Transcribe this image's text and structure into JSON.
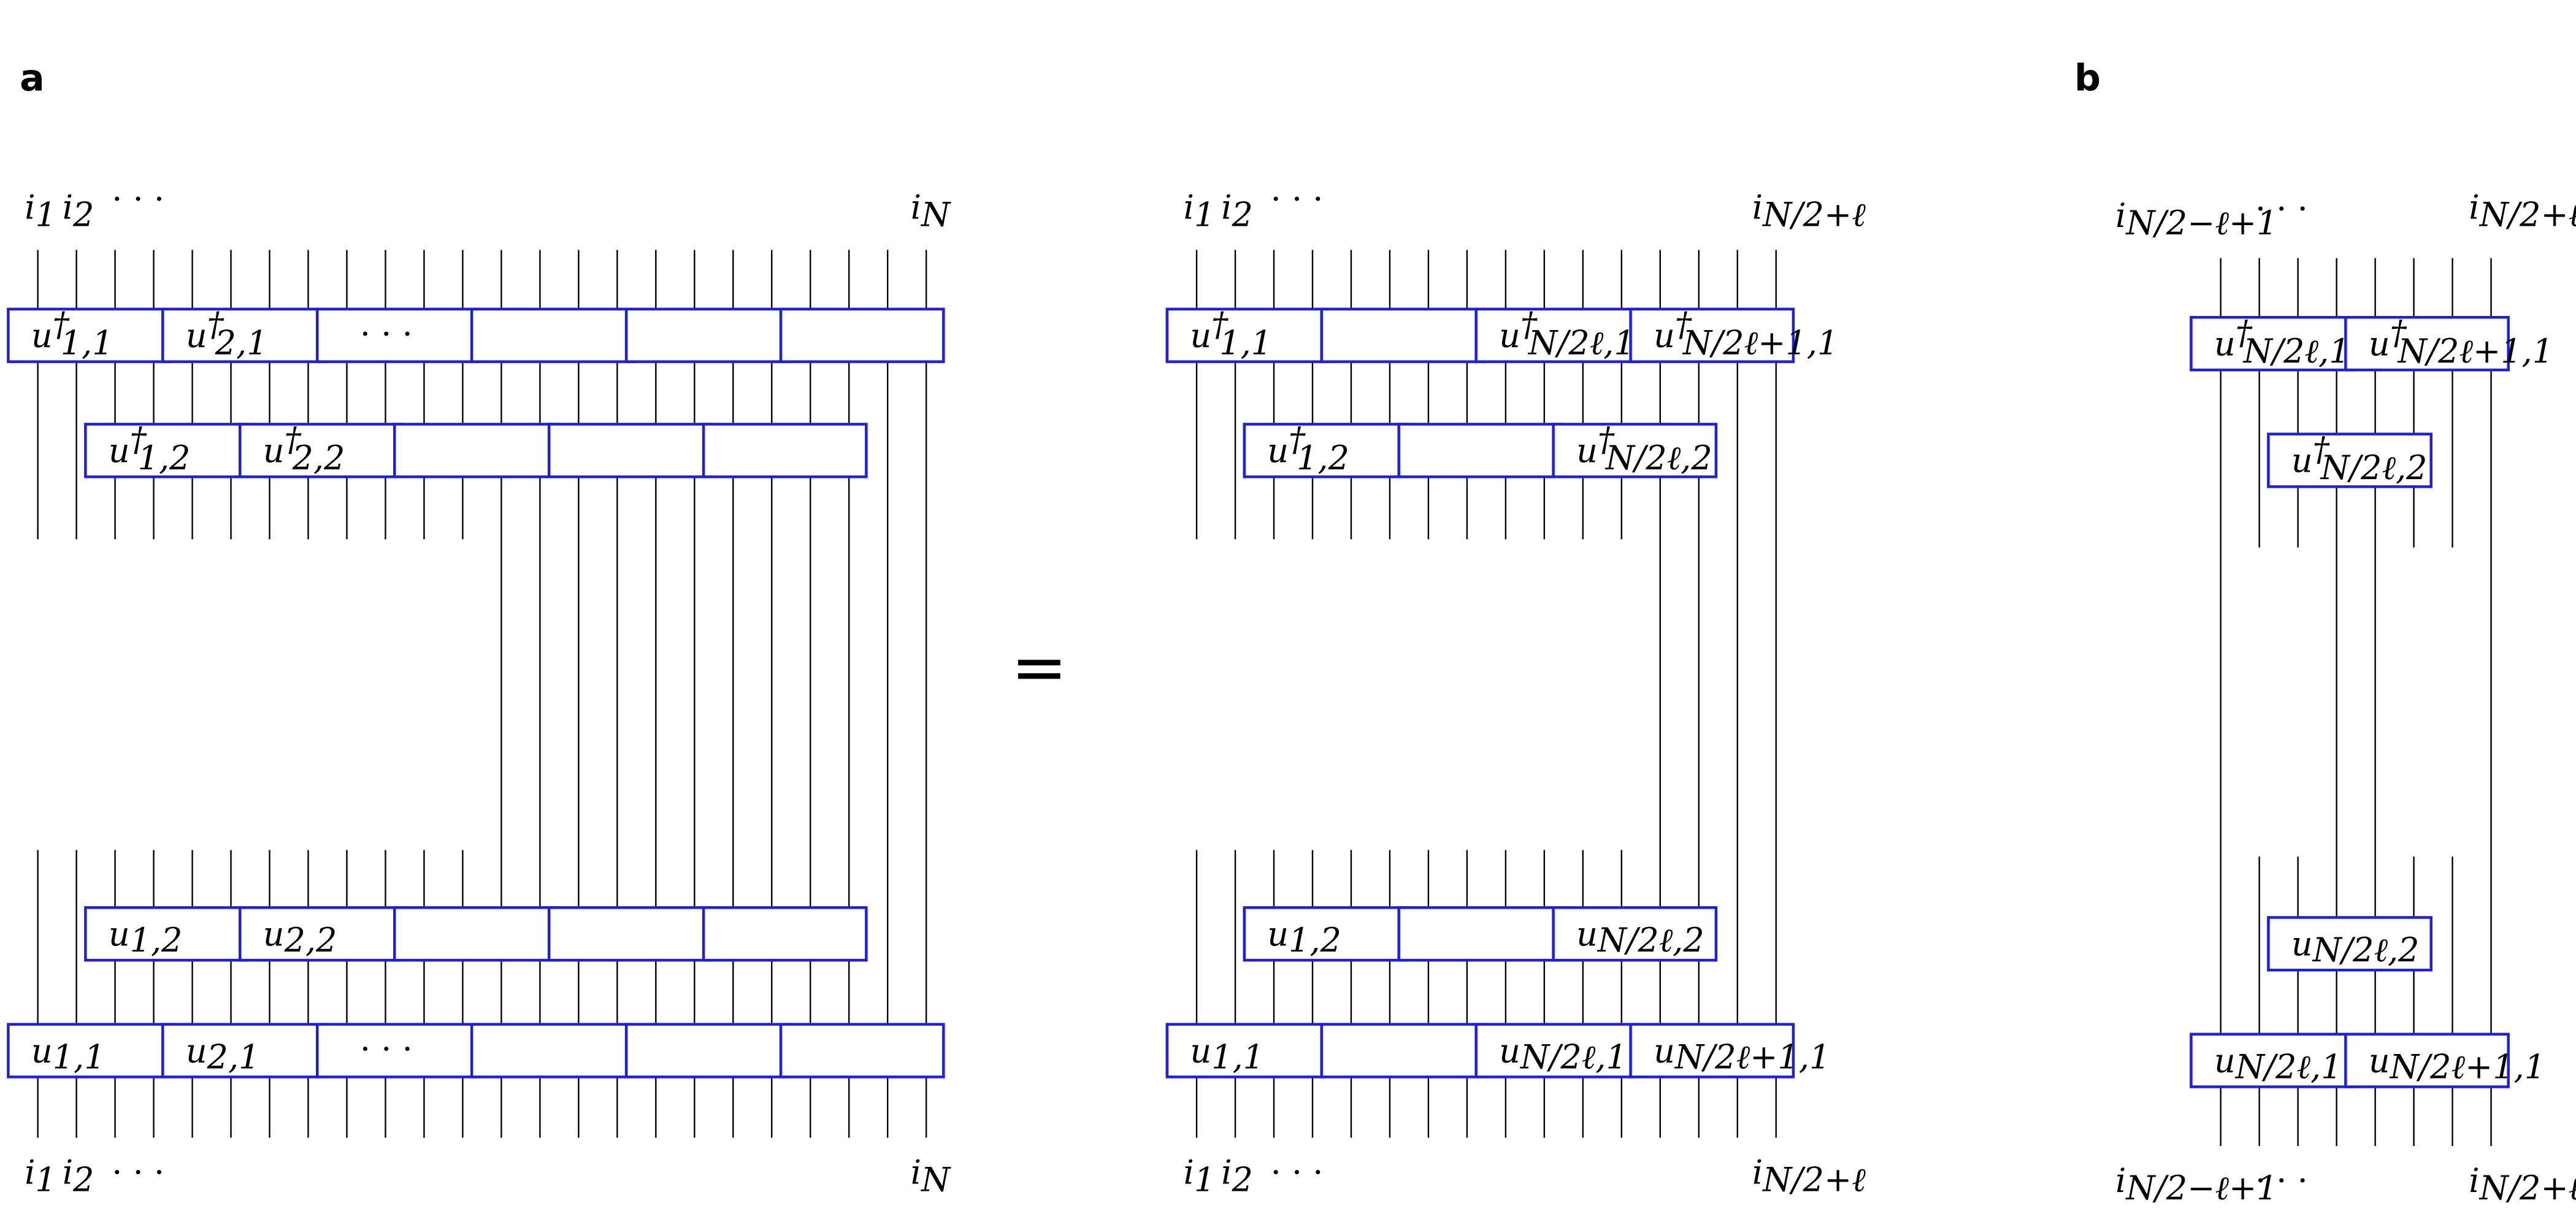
{
  "panels": {
    "a": "a",
    "b": "b"
  },
  "equals": "=",
  "colors": {
    "gate_stroke": "#1f1fe0",
    "wire": "#000000"
  },
  "labels": {
    "i": "i",
    "sub_1": "1",
    "sub_2": "2",
    "sub_N": "N",
    "sub_half_l": "N/2+ℓ",
    "sub_b_left": "N/2−ℓ+1",
    "dots": "· · ·"
  },
  "gates": {
    "u11_dag": {
      "base": "u",
      "sup": "†",
      "sub": "1,1"
    },
    "u21_dag": {
      "base": "u",
      "sup": "†",
      "sub": "2,1"
    },
    "u12_dag": {
      "base": "u",
      "sup": "†",
      "sub": "1,2"
    },
    "u22_dag": {
      "base": "u",
      "sup": "†",
      "sub": "2,2"
    },
    "u11": {
      "base": "u",
      "sub": "1,1"
    },
    "u21": {
      "base": "u",
      "sub": "2,1"
    },
    "u12": {
      "base": "u",
      "sub": "1,2"
    },
    "u22": {
      "base": "u",
      "sub": "2,2"
    },
    "uN2l1_dag": {
      "base": "u",
      "sup": "†",
      "sub": "N/2ℓ,1"
    },
    "uN2lp1_dag": {
      "base": "u",
      "sup": "†",
      "sub": "N/2ℓ+1,1"
    },
    "uN2l2_dag": {
      "base": "u",
      "sup": "†",
      "sub": "N/2ℓ,2"
    },
    "uN2l1": {
      "base": "u",
      "sub": "N/2ℓ,1"
    },
    "uN2lp1": {
      "base": "u",
      "sub": "N/2ℓ+1,1"
    },
    "uN2l2": {
      "base": "u",
      "sub": "N/2ℓ,2"
    }
  }
}
